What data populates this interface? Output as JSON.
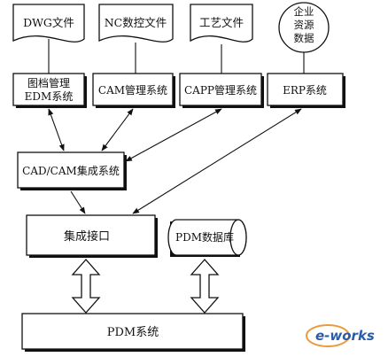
{
  "nodes": {
    "dwg": "DWG文件",
    "nc": "NC数控文件",
    "process": "工艺文件",
    "erp_data": [
      "企业",
      "资源",
      "数据"
    ],
    "edm": [
      "图档管理",
      "EDM系统"
    ],
    "cam": "CAM管理系统",
    "capp": "CAPP管理系统",
    "erp": "ERP系统",
    "cadcam": "CAD/CAM集成系统",
    "interface": "集成接口",
    "pdm_db": "PDM数据库",
    "pdm": "PDM系统"
  },
  "watermark": {
    "text": "e-works",
    "colors": {
      "orange": "#e8891c",
      "blue": "#2a5caa"
    }
  }
}
